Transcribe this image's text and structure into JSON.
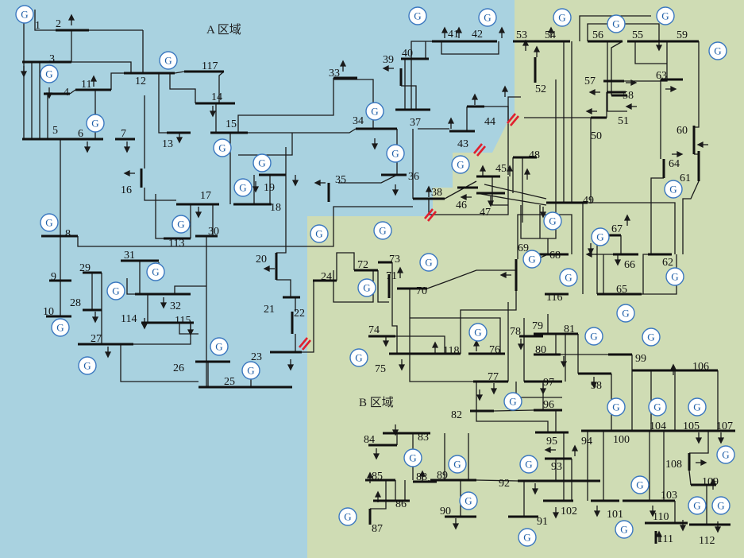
{
  "colors": {
    "area_a": "#a9d2e0",
    "area_b": "#cfdcb4",
    "line": "#1a1a1a",
    "generator": "#3b78c0",
    "cut_mark": "#e0202e"
  },
  "areas": {
    "a_label": "A 区域",
    "b_label": "B 区域"
  },
  "generator_symbol": "G",
  "bus_labels": [
    "1",
    "2",
    "3",
    "4",
    "5",
    "6",
    "7",
    "8",
    "9",
    "10",
    "11",
    "12",
    "13",
    "14",
    "15",
    "16",
    "17",
    "18",
    "19",
    "20",
    "21",
    "22",
    "23",
    "24",
    "25",
    "26",
    "27",
    "28",
    "29",
    "30",
    "31",
    "32",
    "33",
    "34",
    "35",
    "36",
    "37",
    "38",
    "39",
    "40",
    "41",
    "42",
    "43",
    "44",
    "45",
    "46",
    "47",
    "48",
    "49",
    "50",
    "51",
    "52",
    "53",
    "54",
    "55",
    "56",
    "57",
    "58",
    "59",
    "60",
    "61",
    "62",
    "63",
    "64",
    "65",
    "66",
    "67",
    "68",
    "69",
    "70",
    "71",
    "72",
    "73",
    "74",
    "75",
    "76",
    "77",
    "78",
    "79",
    "80",
    "81",
    "82",
    "83",
    "84",
    "85",
    "86",
    "87",
    "88",
    "89",
    "90",
    "91",
    "92",
    "93",
    "94",
    "95",
    "96",
    "97",
    "98",
    "99",
    "100",
    "101",
    "102",
    "103",
    "104",
    "105",
    "106",
    "107",
    "108",
    "109",
    "110",
    "111",
    "112",
    "113",
    "114",
    "115",
    "116",
    "117",
    "118"
  ]
}
